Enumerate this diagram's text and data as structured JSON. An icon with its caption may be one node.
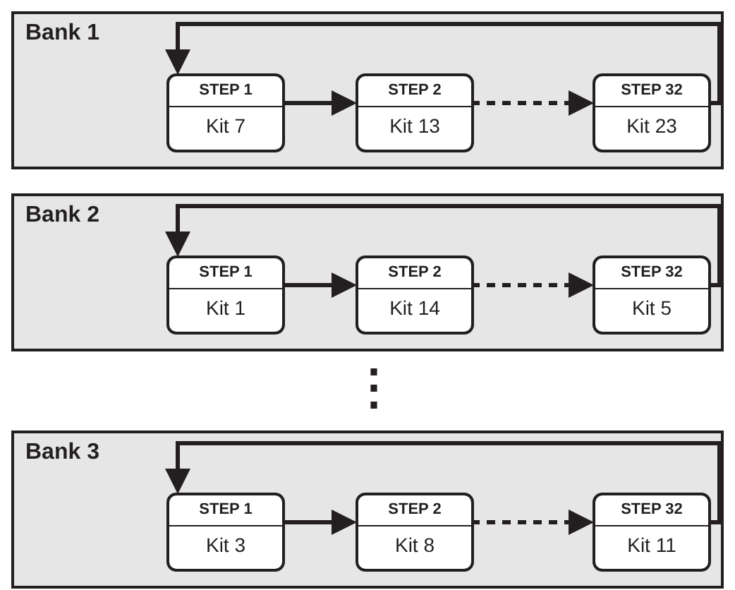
{
  "diagram": {
    "nodes": [
      {
        "text": [
          "Bank 1"
        ]
      },
      {
        "text": [
          "STEP 1",
          "Kit 7"
        ],
        "in": 0
      },
      {
        "text": [
          "STEP 2",
          "Kit 13"
        ],
        "in": 0
      },
      {
        "text": [
          "STEP 32",
          "Kit 23"
        ],
        "in": 0
      },
      {
        "text": [
          "Bank 2"
        ]
      },
      {
        "text": [
          "STEP 1",
          "Kit 1"
        ],
        "in": 4
      },
      {
        "text": [
          "STEP 2",
          "Kit 14"
        ],
        "in": 4
      },
      {
        "text": [
          "STEP 32",
          "Kit 5"
        ],
        "in": 4
      },
      {
        "text": [
          "Bank 3"
        ]
      },
      {
        "text": [
          "STEP 1",
          "Kit 3"
        ],
        "in": 8
      },
      {
        "text": [
          "STEP 2",
          "Kit 8"
        ],
        "in": 8
      },
      {
        "text": [
          "STEP 32",
          "Kit 11"
        ],
        "in": 8
      }
    ],
    "edges": [
      {
        "from": 1,
        "to": 2,
        "arrow": "to"
      },
      {
        "from": 2,
        "to": 3,
        "arrow": "to",
        "style": "dashed"
      },
      {
        "from": 3,
        "to": 1,
        "arrow": "to"
      },
      {
        "from": 5,
        "to": 6,
        "arrow": "to"
      },
      {
        "from": 6,
        "to": 7,
        "arrow": "to",
        "style": "dashed"
      },
      {
        "from": 7,
        "to": 5,
        "arrow": "to"
      },
      {
        "from": 9,
        "to": 10,
        "arrow": "to"
      },
      {
        "from": 10,
        "to": 11,
        "arrow": "to",
        "style": "dashed"
      },
      {
        "from": 11,
        "to": 9,
        "arrow": "to"
      }
    ],
    "labels": [
      "⋮"
    ]
  }
}
